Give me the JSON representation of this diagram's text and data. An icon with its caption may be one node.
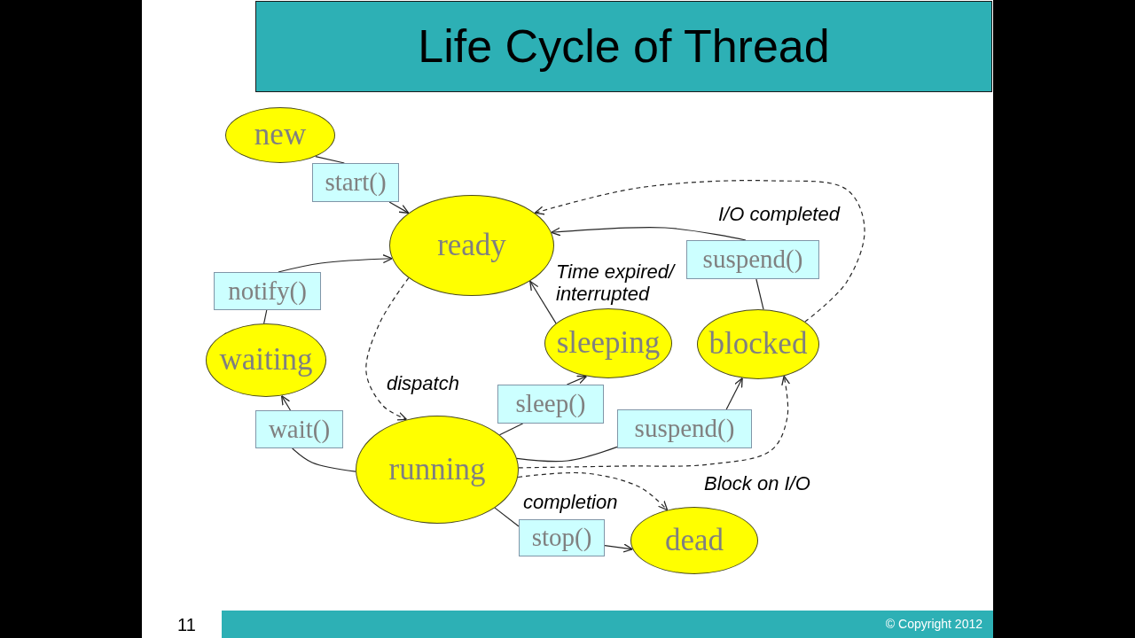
{
  "diagram": {
    "title": "Life Cycle of Thread",
    "nodes": [
      {
        "text": [
          "new"
        ]
      },
      {
        "text": [
          "start()"
        ]
      },
      {
        "text": [
          "ready"
        ]
      },
      {
        "text": [
          "suspend()"
        ]
      },
      {
        "text": [
          "notify()"
        ]
      },
      {
        "text": [
          "sleeping"
        ]
      },
      {
        "text": [
          "blocked"
        ]
      },
      {
        "text": [
          "waiting"
        ]
      },
      {
        "text": [
          "sleep()"
        ]
      },
      {
        "text": [
          "wait()"
        ]
      },
      {
        "text": [
          "suspend()"
        ]
      },
      {
        "text": [
          "running"
        ]
      },
      {
        "text": [
          "stop()"
        ]
      },
      {
        "text": [
          "dead"
        ]
      }
    ],
    "edges": [
      {
        "from": 0,
        "to": 1,
        "arrow": "none"
      },
      {
        "from": 1,
        "to": 2,
        "arrow": "to"
      },
      {
        "from": 4,
        "to": 2,
        "arrow": "to"
      },
      {
        "from": 7,
        "to": 4,
        "arrow": "none"
      },
      {
        "from": 11,
        "to": 9,
        "arrow": "none"
      },
      {
        "from": 9,
        "to": 7,
        "arrow": "to"
      },
      {
        "from": 11,
        "to": 8,
        "arrow": "none"
      },
      {
        "from": 8,
        "to": 5,
        "arrow": "to"
      },
      {
        "from": 5,
        "to": 2,
        "arrow": "to",
        "label": "Time expired/ interrupted"
      },
      {
        "from": 11,
        "to": 10,
        "arrow": "none"
      },
      {
        "from": 10,
        "to": 6,
        "arrow": "to"
      },
      {
        "from": 6,
        "to": 3,
        "arrow": "none"
      },
      {
        "from": 3,
        "to": 2,
        "arrow": "to"
      },
      {
        "from": 6,
        "to": 2,
        "arrow": "to",
        "label": "I/O completed",
        "style": "dashed"
      },
      {
        "from": 2,
        "to": 11,
        "arrow": "to",
        "label": "dispatch",
        "style": "dashed"
      },
      {
        "from": 11,
        "to": 6,
        "arrow": "to",
        "label": "Block on I/O",
        "style": "dashed"
      },
      {
        "from": 11,
        "to": 13,
        "arrow": "to",
        "label": "completion",
        "style": "dashed"
      },
      {
        "from": 11,
        "to": 12,
        "arrow": "none"
      },
      {
        "from": 12,
        "to": 13,
        "arrow": "to"
      }
    ],
    "labels": [
      "11",
      "© Copyright 2012"
    ]
  }
}
